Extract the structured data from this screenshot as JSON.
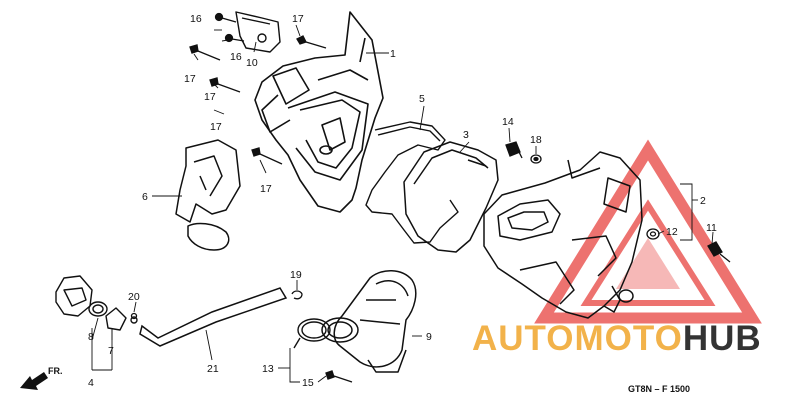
{
  "diagram": {
    "callouts": {
      "c1": "1",
      "c2": "2",
      "c3": "3",
      "c4": "4",
      "c5": "5",
      "c6": "6",
      "c7": "7",
      "c8": "8",
      "c9": "9",
      "c10": "10",
      "c11": "11",
      "c12": "12",
      "c13": "13",
      "c14": "14",
      "c15": "15",
      "c16a": "16",
      "c16b": "16",
      "c17a": "17",
      "c17b": "17",
      "c17c": "17",
      "c17d": "17",
      "c17e": "17",
      "c18": "18",
      "c19": "19",
      "c20": "20",
      "c21": "21"
    },
    "direction_label": "FR.",
    "diagram_code": "GT8N – F 1500"
  },
  "watermark": {
    "brand_part1": "AUTOMOTO",
    "brand_part2": "HUB",
    "colors": {
      "triangle": "#e8433f",
      "brand_part1": "#f2b24a",
      "brand_part2": "#333333"
    }
  }
}
